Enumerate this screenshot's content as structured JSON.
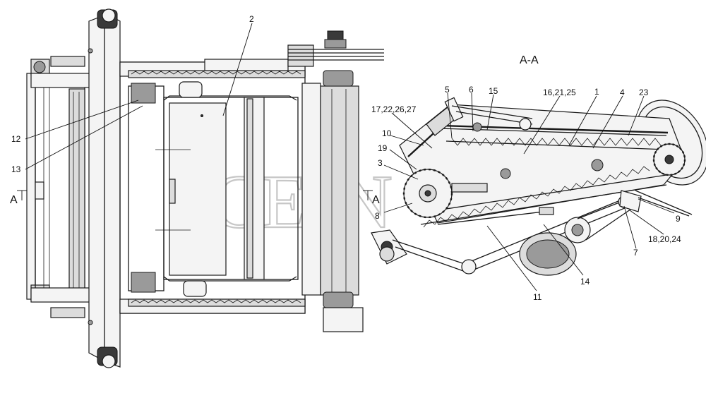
{
  "watermark": "CEJN",
  "section_title": "A-A",
  "section_marks": {
    "left": "A",
    "right": "A"
  },
  "callouts": [
    {
      "id": "c1",
      "text": "1"
    },
    {
      "id": "c2",
      "text": "2"
    },
    {
      "id": "c3",
      "text": "3"
    },
    {
      "id": "c4",
      "text": "4"
    },
    {
      "id": "c5",
      "text": "5"
    },
    {
      "id": "c6",
      "text": "6"
    },
    {
      "id": "c7",
      "text": "7"
    },
    {
      "id": "c8",
      "text": "8"
    },
    {
      "id": "c9",
      "text": "9"
    },
    {
      "id": "c10",
      "text": "10"
    },
    {
      "id": "c11",
      "text": "11"
    },
    {
      "id": "c12",
      "text": "12"
    },
    {
      "id": "c13",
      "text": "13"
    },
    {
      "id": "c14",
      "text": "14"
    },
    {
      "id": "c15",
      "text": "15"
    },
    {
      "id": "c16",
      "text": "16,21,25"
    },
    {
      "id": "c17",
      "text": "17,22,26,27"
    },
    {
      "id": "c18",
      "text": "18,20,24"
    },
    {
      "id": "c19",
      "text": "19"
    },
    {
      "id": "c23",
      "text": "23"
    }
  ]
}
